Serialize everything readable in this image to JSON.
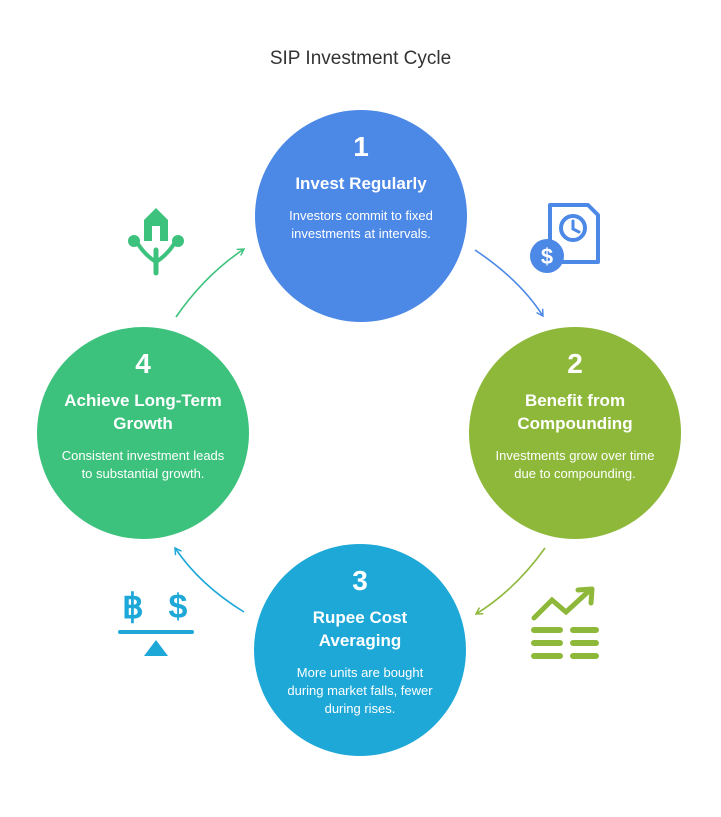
{
  "title": "SIP Investment Cycle",
  "steps": [
    {
      "number": "1",
      "heading": "Invest Regularly",
      "description": "Investors commit to fixed investments at intervals.",
      "color": "#4c88e6"
    },
    {
      "number": "2",
      "heading": "Benefit from Compounding",
      "description": "Investments grow over time due to compounding.",
      "color": "#8eb83a"
    },
    {
      "number": "3",
      "heading": "Rupee Cost Averaging",
      "description": "More units are bought during market falls, fewer during rises.",
      "color": "#1ea8d8"
    },
    {
      "number": "4",
      "heading": "Achieve Long-Term Growth",
      "description": "Consistent investment leads to substantial growth.",
      "color": "#3dc27d"
    }
  ],
  "icons": [
    "document-clock-dollar-icon",
    "growth-chart-icon",
    "currency-balance-icon",
    "plant-house-icon"
  ]
}
